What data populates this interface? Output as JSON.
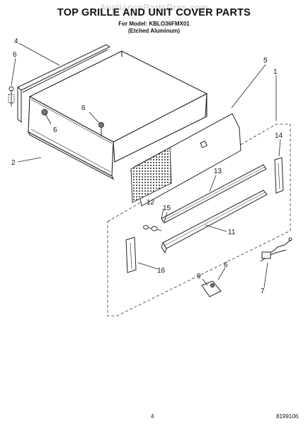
{
  "watermark": "AppliancePartsPros.com",
  "title": "TOP GRILLE AND UNIT COVER PARTS",
  "subtitle_model": "For Model: KBLO36FMX01",
  "subtitle_finish": "(Etched Aluminum)",
  "page_number": "4",
  "document_number": "8199106",
  "callouts": {
    "c1": "1",
    "c2": "2",
    "c4": "4",
    "c5": "5",
    "c6a": "6",
    "c6b": "6",
    "c6c": "6",
    "c6d": "6",
    "c7": "7",
    "c9": "9",
    "c11": "11",
    "c12": "12",
    "c13": "13",
    "c14": "14",
    "c15": "15",
    "c16": "16"
  }
}
